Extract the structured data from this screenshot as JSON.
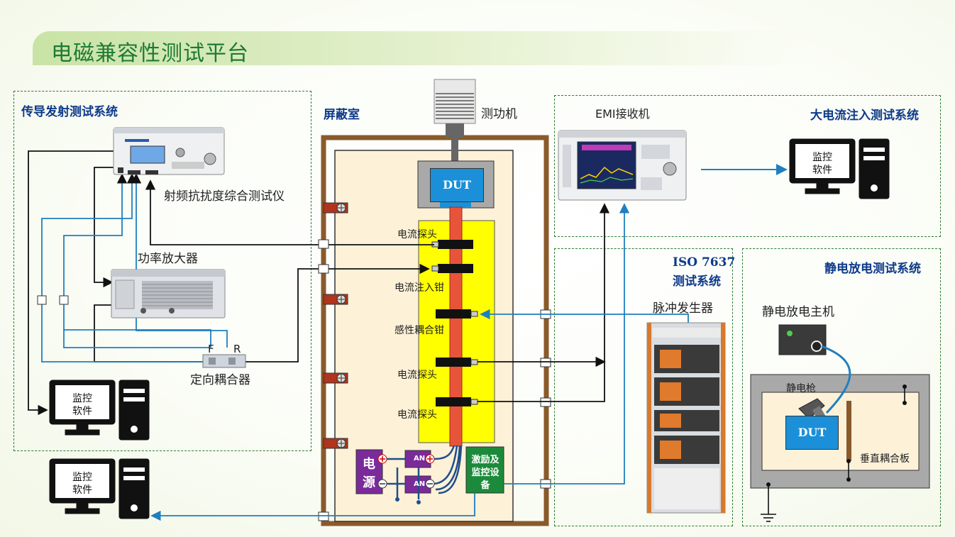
{
  "title": "电磁兼容性测试平台",
  "systems": {
    "conducted": "传导发射测试系统",
    "shield_room": "屏蔽室",
    "bci": "大电流注入测试系统",
    "iso_line1": "ISO 7637",
    "iso_line2": "测试系统",
    "esd": "静电放电测试系统"
  },
  "devices": {
    "rf_tester": "射频抗扰度综合测试仪",
    "power_amp": "功率放大器",
    "dir_coupler": "定向耦合器",
    "coupler_f": "F",
    "coupler_r": "R",
    "dyno": "测功机",
    "emi_receiver": "EMI接收机",
    "pulse_gen": "脉冲发生器",
    "esd_host": "静电放电主机",
    "esd_gun": "静电枪",
    "vcp": "垂直耦合板",
    "dut": "DUT",
    "power_line1": "电",
    "power_line2": "源",
    "an": "AN",
    "stim_line1": "激励及",
    "stim_line2": "监控设",
    "stim_line3": "备"
  },
  "probes": {
    "p1": "电流探头",
    "p2": "电流注入钳",
    "p3": "感性耦合钳",
    "p4": "电流探头",
    "p5": "电流探头"
  },
  "monitor": {
    "line1": "监控",
    "line2": "软件"
  },
  "colors": {
    "title_green": "#1d7a34",
    "label_blue": "#0d3a8a",
    "line_blue": "#1f7fc0",
    "wall_brown": "#8a5a2b",
    "chamber_fill": "#fdf1d8",
    "probe_yellow": "#ffff00",
    "harness_red": "#e8543a",
    "an_purple": "#7b2a9a",
    "stim_green": "#1b8a3a",
    "dut_blue": "#1b90d8"
  }
}
